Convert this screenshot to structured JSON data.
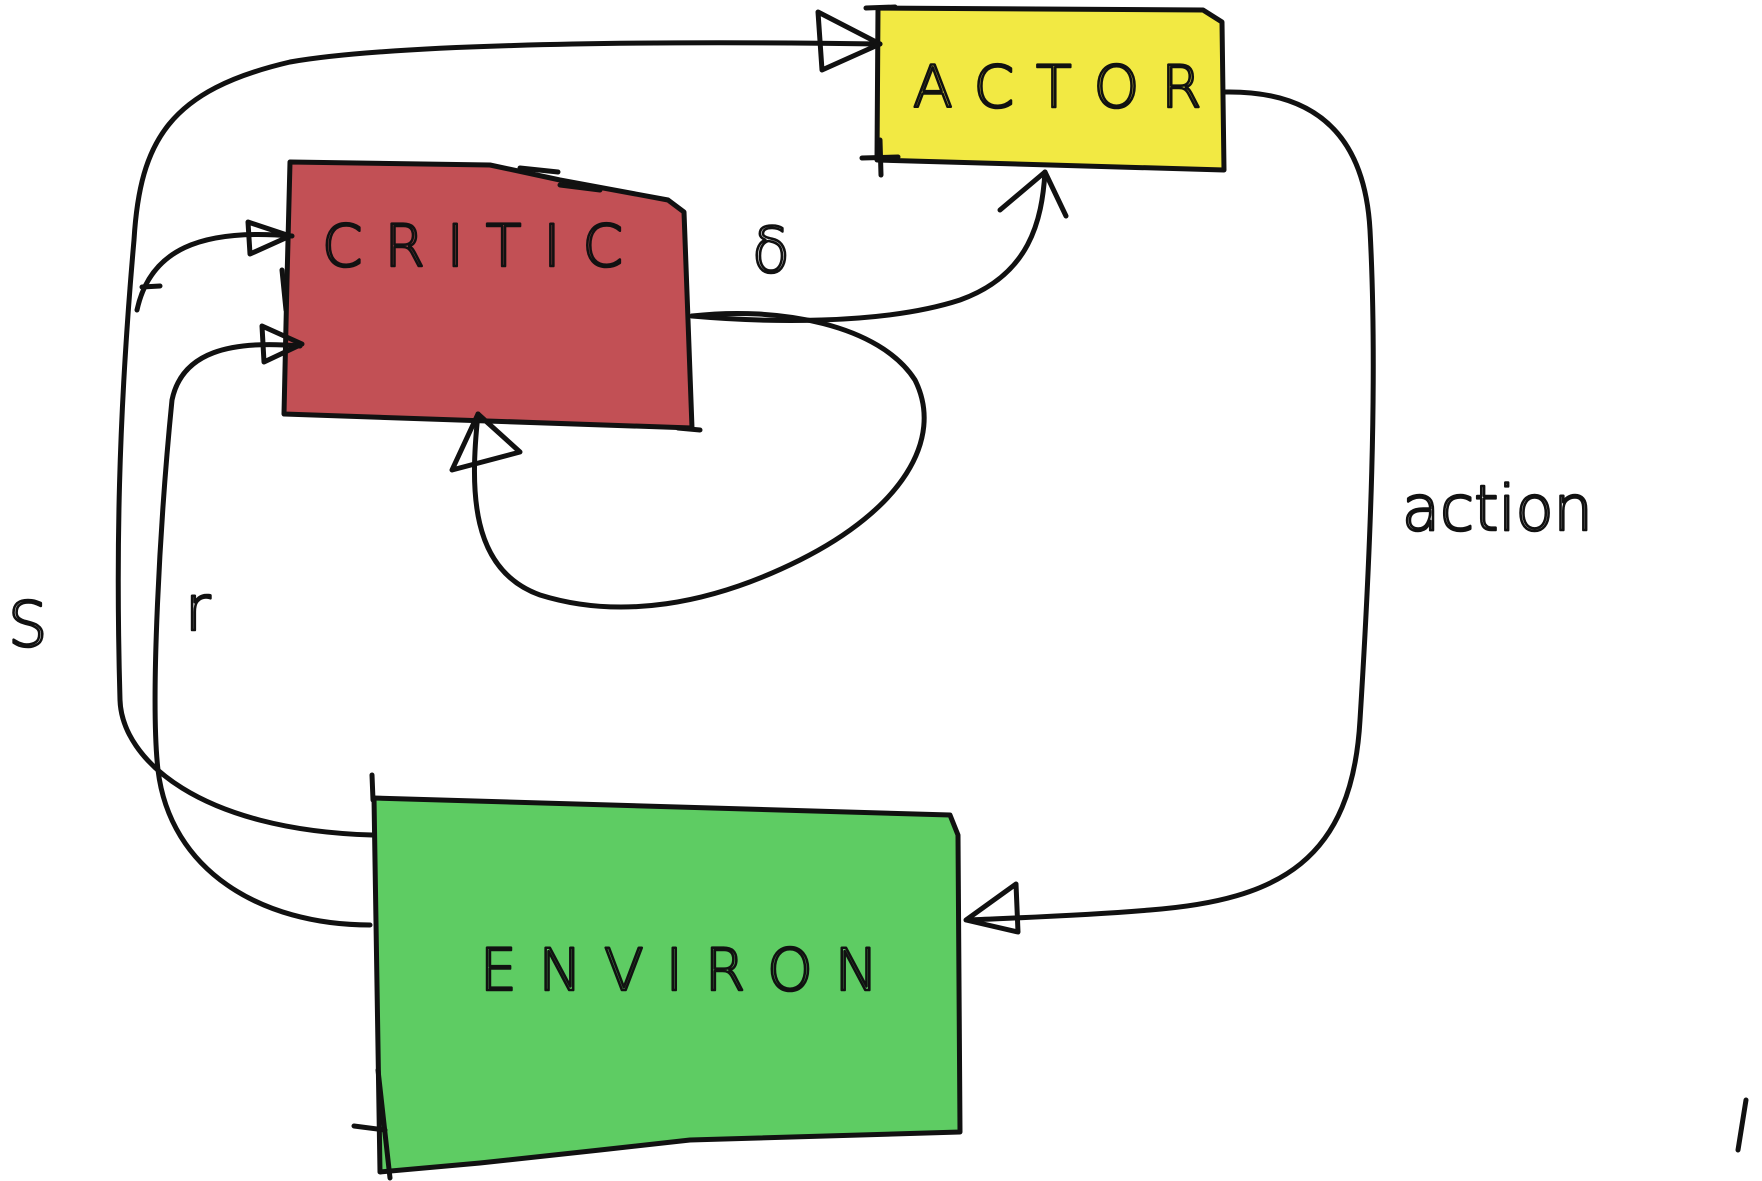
{
  "diagram": {
    "nodes": {
      "actor": {
        "label": "ACTOR",
        "fill": "#f2e943"
      },
      "critic": {
        "label": "CRITIC",
        "fill": "#c25055"
      },
      "environ": {
        "label": "ENVIRON",
        "fill": "#5ecc63"
      }
    },
    "edge_labels": {
      "delta": "δ",
      "action": "action",
      "state": "S",
      "reward": "r"
    },
    "colors": {
      "ink": "#111111",
      "background": "#ffffff"
    }
  }
}
